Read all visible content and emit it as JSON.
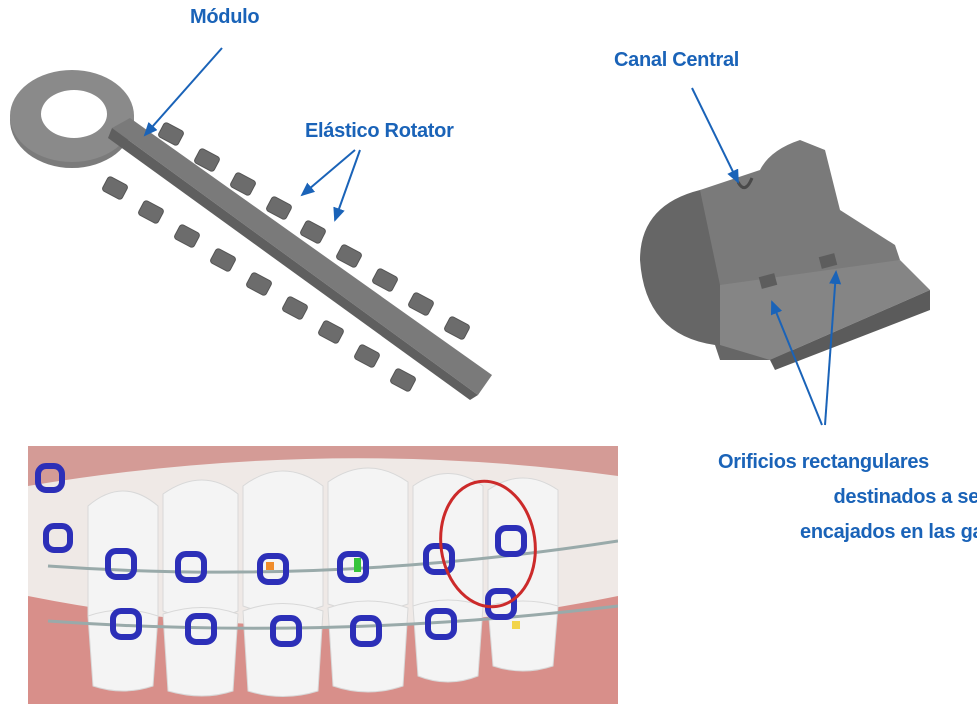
{
  "labels": {
    "modulo": "Módulo",
    "elastico_rotator": "Elástico Rotator",
    "canal_central": "Canal Central",
    "orificios_line1": "Orificios rectangulares",
    "orificios_line2": "destinados a ser",
    "orificios_line3": "encajados en las garras"
  },
  "colors": {
    "label_text": "#1a63b8",
    "arrow": "#1a63b8",
    "part_gray": "#6f6f6f",
    "gum": "#d88f8a",
    "bracket_ring": "#2c2fb8",
    "highlight_circle": "#cc2a2a"
  },
  "icons": [
    "arrow",
    "highlight-circle"
  ]
}
